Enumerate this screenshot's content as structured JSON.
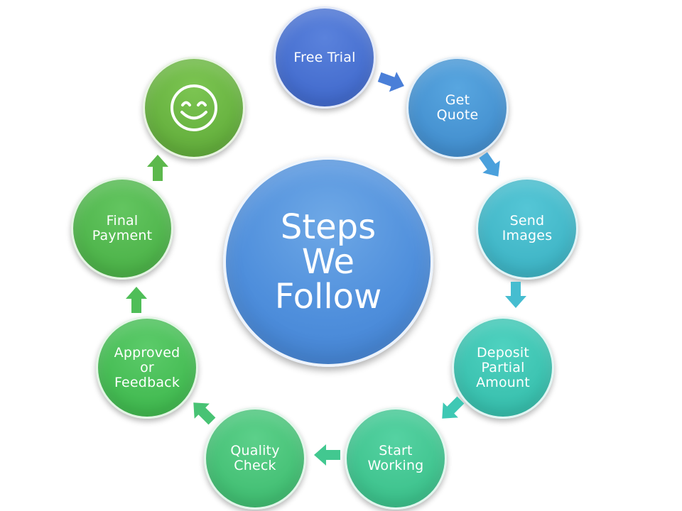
{
  "center": {
    "label": "Steps\nWe\nFollow",
    "color": "#4f8fdc"
  },
  "steps": [
    {
      "label": "Free Trial",
      "color": "#4a73d2"
    },
    {
      "label": "Get\nQuote",
      "color": "#4997d4"
    },
    {
      "label": "Send\nImages",
      "color": "#45bacb"
    },
    {
      "label": "Deposit\nPartial\nAmount",
      "color": "#3fc5b3"
    },
    {
      "label": "Start\nWorking",
      "color": "#44c793"
    },
    {
      "label": "Quality\nCheck",
      "color": "#4ac47a"
    },
    {
      "label": "Approved\nor\nFeedback",
      "color": "#48bf58"
    },
    {
      "label": "Final\nPayment",
      "color": "#54b950"
    },
    {
      "label": "",
      "icon": "smiley-face-icon",
      "color": "#6bb543"
    }
  ],
  "arrow_colors": [
    "#4a7fd8",
    "#4aa0dc",
    "#46bdd0",
    "#3ec8b4",
    "#42c890",
    "#48c374",
    "#4fbe58",
    "#5cb84c"
  ]
}
